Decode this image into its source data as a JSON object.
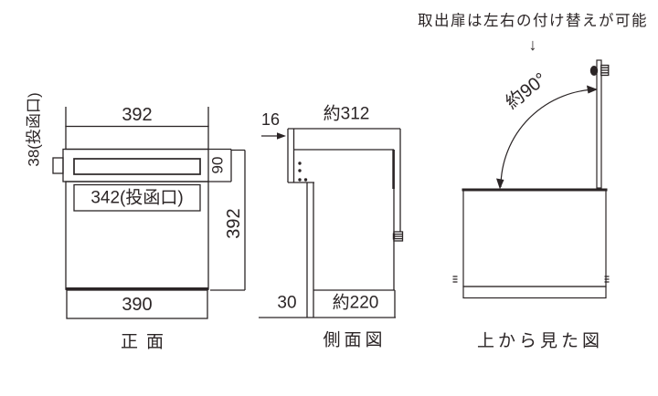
{
  "colors": {
    "line": "#2b2526",
    "background": "#ffffff"
  },
  "annotation": {
    "text": "取出扉は左右の付け替えが可能",
    "arrow_down": "↓"
  },
  "front_view": {
    "caption": "正面",
    "top_width": "392",
    "slot_height": "38(投函口)",
    "slot_width": "342(投函口)",
    "upper_band_height": "90",
    "body_height": "392",
    "bottom_width": "390"
  },
  "side_view": {
    "caption": "側面図",
    "front_plate_thickness": "16",
    "top_depth": "約312",
    "bracket_depth": "30",
    "body_depth": "約220"
  },
  "top_view": {
    "caption": "上から見た図",
    "door_open_angle": "約90°"
  }
}
